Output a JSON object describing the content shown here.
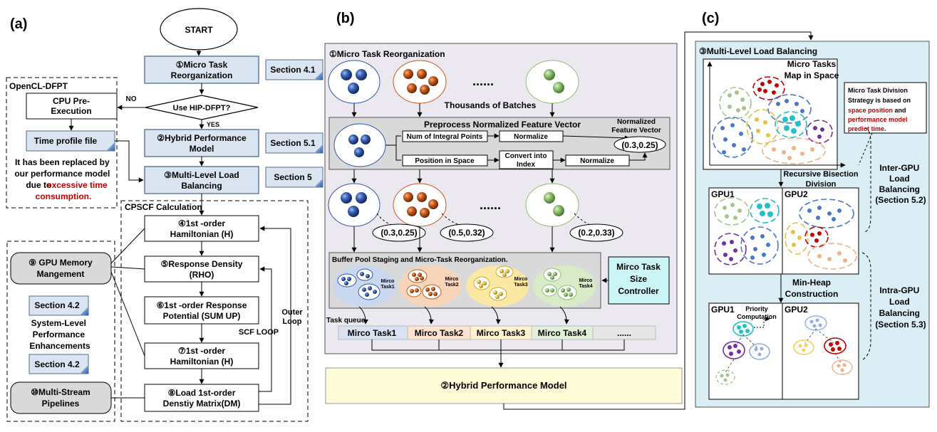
{
  "panels": {
    "a": "(a)",
    "b": "(b)",
    "c": "(c)"
  },
  "flow": {
    "start": "START",
    "step1": [
      "①Micro Task",
      "Reorganization"
    ],
    "sec41": "Section 4.1",
    "decision": "Use HIP-DFPT?",
    "yes": "YES",
    "no": "NO",
    "step2": [
      "②Hybrid Performance",
      "Model"
    ],
    "sec51": "Section 5.1",
    "step3": [
      "③Multi-Level Load",
      "Balancing"
    ],
    "sec5": "Section 5",
    "opencl_title": "OpenCL-DFPT",
    "cpu_pre": [
      "CPU Pre-",
      "Execution"
    ],
    "time_profile": "Time profile file",
    "replaced": [
      "It has been replaced by",
      "our performance model",
      "due to "
    ],
    "excessive": "excessive time",
    "consumption": "consumption.",
    "cpscf_title": "CPSCF Calculation",
    "s4": [
      "④1st -order",
      "Hamiltonian (H)"
    ],
    "s5": [
      "⑤Response Density",
      "(RHO)"
    ],
    "s6": [
      "⑥1st -order Response",
      "Potential (SUM UP)"
    ],
    "s7": [
      "⑦1st -order",
      "Hamiltonian (H)"
    ],
    "s8": [
      "⑧Load 1st-order",
      "Denstiy Matrix(DM)"
    ],
    "outer_loop": [
      "Outer",
      "Loop"
    ],
    "scf_loop": "SCF LOOP",
    "gpu_mem": [
      "⑨ GPU Memory",
      "Mangement"
    ],
    "sec42a": "Section 4.2",
    "sys_level": [
      "System-Level",
      "Performance",
      "Enhancements"
    ],
    "sec42b": "Section 4.2",
    "multi_stream": [
      "⑩Multi-Stream",
      "Pipelines"
    ]
  },
  "panel_b": {
    "title": "①Micro Task Reorganization",
    "dots": "......",
    "thousands": "Thousands of Batches",
    "preprocess": "Preprocess Normalized Feature Vector",
    "num_integral": "Num of Integral  Points",
    "normalize1": "Normalize",
    "norm_fv": [
      "Normalized",
      "Feature Vector"
    ],
    "fv_value": "(0.3,0.25)",
    "pos_space": "Position in Space",
    "convert": [
      "Convert into",
      "Index"
    ],
    "normalize2": "Normalize",
    "vec1": "(0.3,0.25)",
    "vec2": "(0.5,0.32)",
    "vec3": "(0.2,0.33)",
    "buffer_title": "Buffer Pool Staging and Micro-Task Reorganization.",
    "mirco_tasks": [
      [
        "Mirco",
        "Task1"
      ],
      [
        "Mirco",
        "Task2"
      ],
      [
        "Mirco",
        "Task3"
      ],
      [
        "Mirco",
        "Task4"
      ]
    ],
    "controller": [
      "Mirco Task",
      "Size",
      "Controller"
    ],
    "task_queue": "Task queue",
    "queue": [
      "Mirco Task1",
      "Mirco Task2",
      "Mirco Task3",
      "Mirco Task4",
      "......"
    ],
    "hybrid": "②Hybrid Performance Model"
  },
  "panel_c": {
    "title": "③Multi-Level Load Balancing",
    "map": [
      "Micro Tasks",
      "Map in Space"
    ],
    "strategy_lines": [
      "Micro Task Division",
      "Strategy is based on"
    ],
    "space_position": "space position",
    "and": " and",
    "perf_model": "performance model",
    "predict_time": "predict time",
    "period": ".",
    "recursive": [
      "Recursive Bisection",
      "Division"
    ],
    "gpu1": "GPU1",
    "gpu2": "GPU2",
    "minheap": [
      "Min-Heap",
      "Construction"
    ],
    "priority": [
      "Priority",
      "Computation"
    ],
    "inter": [
      "Inter-GPU",
      "Load",
      "Balancing",
      "(Section 5.2)"
    ],
    "intra": [
      "Intra-GPU",
      "Load",
      "Balancing",
      "(Section 5.3)"
    ]
  },
  "colors": {
    "step_fill": "#dbe5f1",
    "step_stroke": "#4f6b8e",
    "gray_box": "#d9d9d9",
    "panel_b_bg": "#ece8f0",
    "panel_c_bg": "#dceef5",
    "hybrid_fill": "#fdfbd8",
    "controller_fill": "#ccf5f8",
    "red_text": "#c00000",
    "ball_blue": "#2f57a8",
    "ball_orange": "#c65a1e",
    "ball_green": "#8fbf70",
    "ball_yellow": "#e8c040",
    "q1": "#d9e2f3",
    "q2": "#fbe3d0",
    "q3": "#fff2cc",
    "q4": "#e2efd9",
    "q5": "#e7e6e6"
  }
}
